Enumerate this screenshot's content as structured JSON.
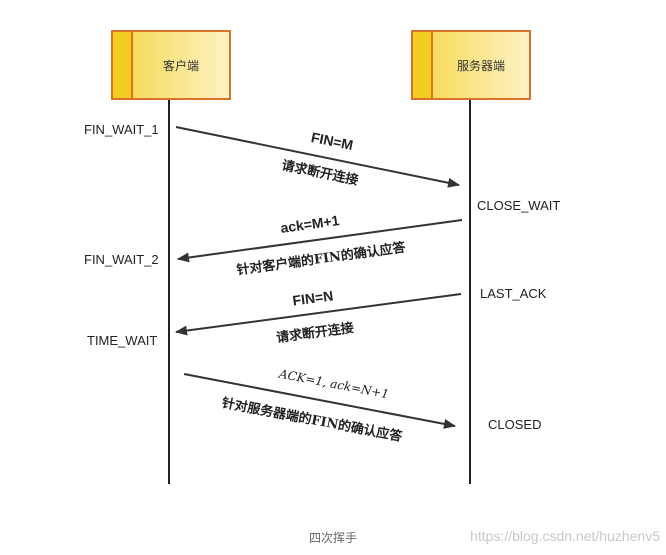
{
  "client": {
    "label": "客户端"
  },
  "server": {
    "label": "服务器端"
  },
  "client_states": [
    "FIN_WAIT_1",
    "FIN_WAIT_2",
    "TIME_WAIT"
  ],
  "server_states": [
    "CLOSE_WAIT",
    "LAST_ACK",
    "CLOSED"
  ],
  "messages": [
    {
      "top": "FIN=M",
      "bottom": "请求断开连接"
    },
    {
      "top": "ack=M+1",
      "bottom": "针对客户端的FIN的确认应答"
    },
    {
      "top": "FIN=N",
      "bottom": "请求断开连接"
    },
    {
      "top": "ACK=1, ack=N+1",
      "bottom": "针对服务器端的FIN的确认应答"
    }
  ],
  "caption": "四次挥手",
  "watermark": "https://blog.csdn.net/huzhenv5",
  "colors": {
    "box_border": "#d9722a",
    "box_fill": "#f5d33a",
    "line": "#222222"
  }
}
